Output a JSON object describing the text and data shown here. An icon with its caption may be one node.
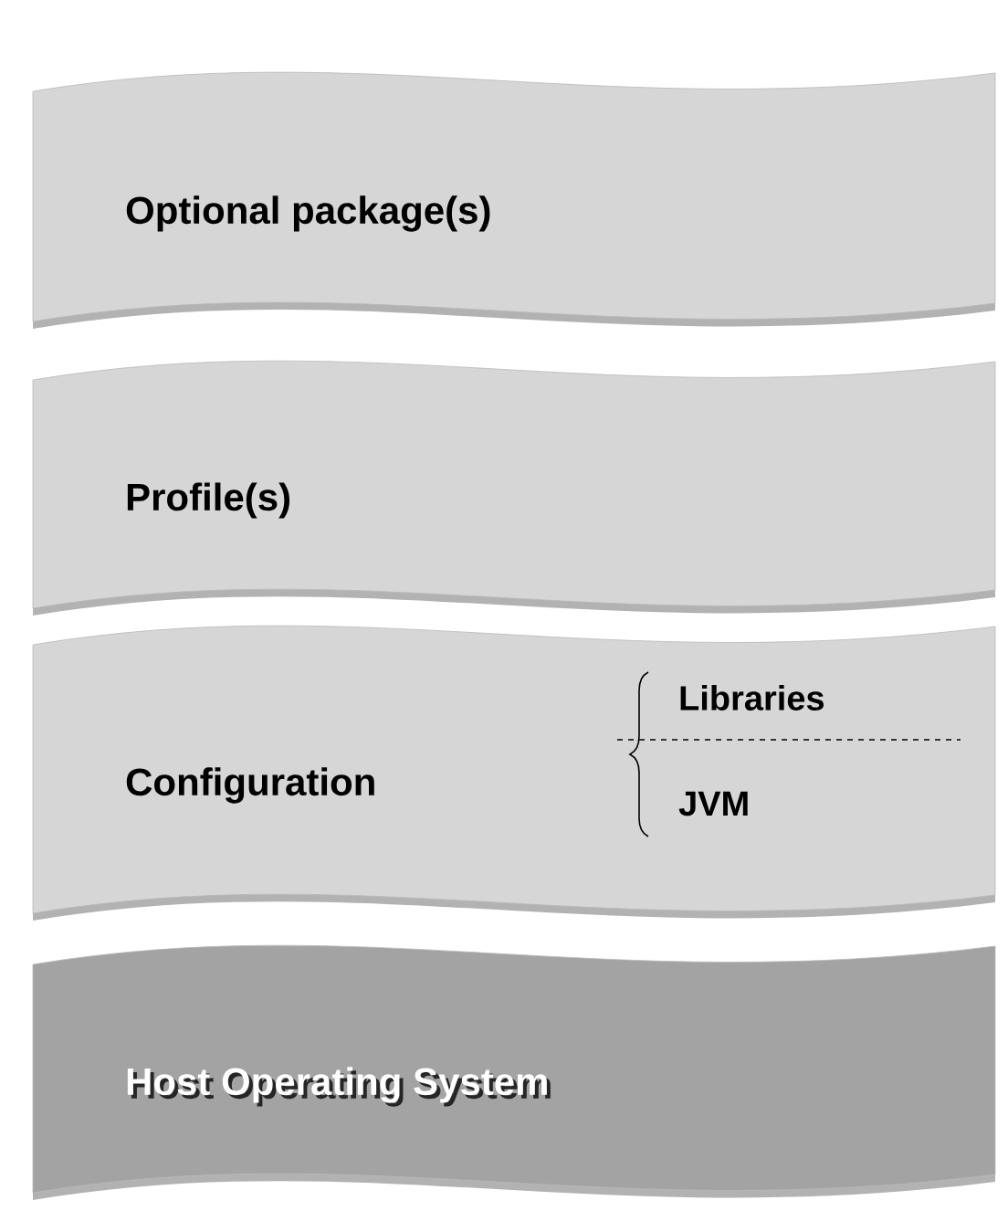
{
  "diagram": {
    "nodes": [
      {
        "text": [
          "Optional package(s)"
        ]
      },
      {
        "text": [
          "Profile(s)"
        ]
      },
      {
        "text": [
          "Configuration",
          "Libraries",
          "JVM"
        ]
      },
      {
        "text": [
          "Host Operating System"
        ]
      }
    ]
  }
}
